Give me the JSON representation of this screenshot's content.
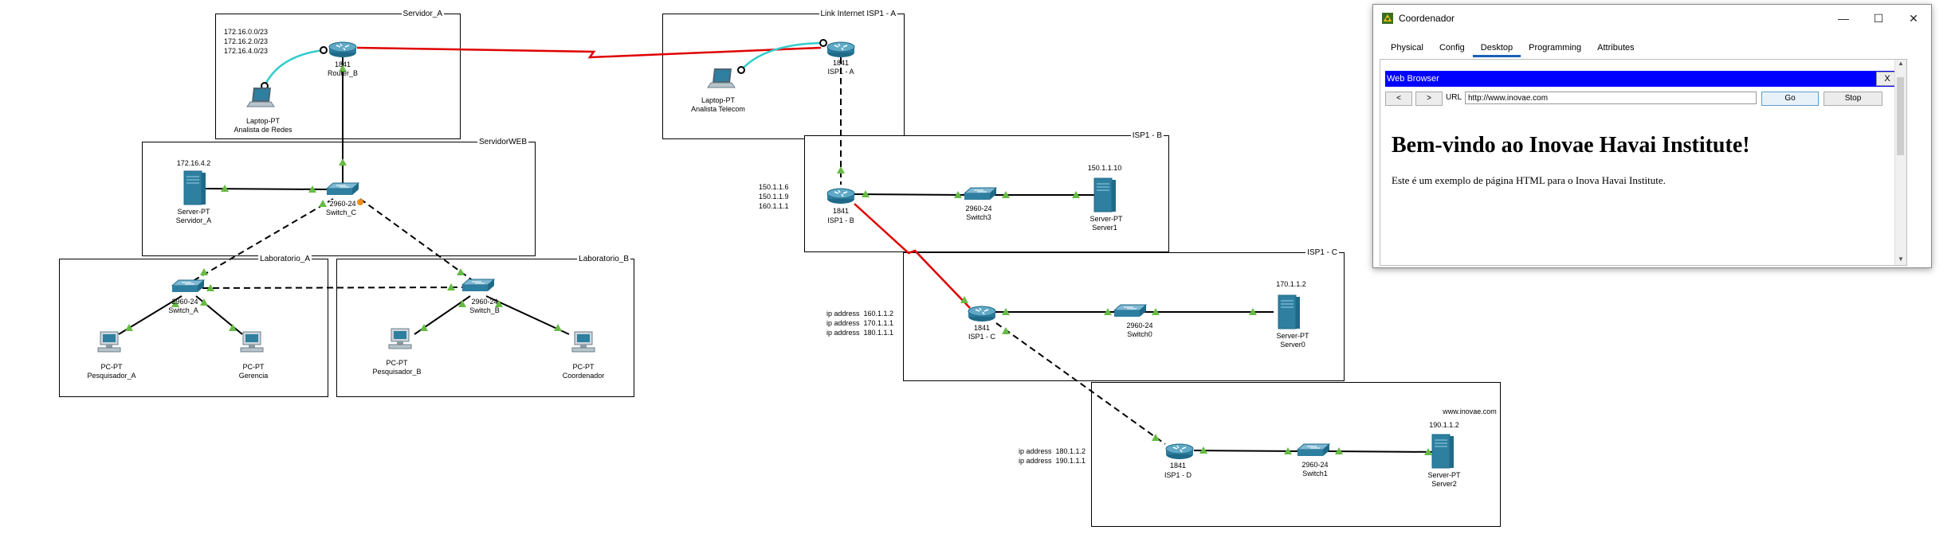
{
  "areas": {
    "servidor_a": "Servidor_A",
    "link_isp1a": "Link Internet ISP1 - A",
    "servidor_web": "ServidorWEB",
    "isp1b": "ISP1 - B",
    "laboratorio_a": "Laboratorio_A",
    "laboratorio_b": "Laboratorio_B",
    "isp1c": "ISP1 - C"
  },
  "notes": {
    "router_b_networks": "172.16.0.0/23\n172.16.2.0/23\n172.16.4.0/23",
    "isp1b_ips": "150.1.1.6\n150.1.1.9\n160.1.1.1",
    "isp1c_ips": "ip address  160.1.1.2\nip address  170.1.1.1\nip address  180.1.1.1",
    "isp1d_ips": "ip address  180.1.1.2\nip address  190.1.1.1"
  },
  "devices": {
    "router_b": {
      "model": "1841",
      "name": "Router_B"
    },
    "laptop_redes": {
      "model": "Laptop-PT",
      "name": "Analista de Redes"
    },
    "isp1a": {
      "model": "1841",
      "name": "ISP1 - A"
    },
    "laptop_telecom": {
      "model": "Laptop-PT",
      "name": "Analista Telecom"
    },
    "servidor_a": {
      "model": "Server-PT",
      "name": "Servidor_A",
      "ip": "172.16.4.2"
    },
    "switch_c": {
      "model": "2960-24",
      "name": "Switch_C"
    },
    "switch_a": {
      "model": "2960-24",
      "name": "Switch_A"
    },
    "switch_b": {
      "model": "2960-24",
      "name": "Switch_B"
    },
    "pesq_a": {
      "model": "PC-PT",
      "name": "Pesquisador_A"
    },
    "gerencia": {
      "model": "PC-PT",
      "name": "Gerencia"
    },
    "pesq_b": {
      "model": "PC-PT",
      "name": "Pesquisador_B"
    },
    "coordenador": {
      "model": "PC-PT",
      "name": "Coordenador"
    },
    "isp1b": {
      "model": "1841",
      "name": "ISP1 - B"
    },
    "switch3": {
      "model": "2960-24",
      "name": "Switch3"
    },
    "server1": {
      "model": "Server-PT",
      "name": "Server1",
      "ip": "150.1.1.10"
    },
    "isp1c": {
      "model": "1841",
      "name": "ISP1 - C"
    },
    "switch0": {
      "model": "2960-24",
      "name": "Switch0"
    },
    "server0": {
      "model": "Server-PT",
      "name": "Server0",
      "ip": "170.1.1.2"
    },
    "isp1d": {
      "model": "1841",
      "name": "ISP1 - D"
    },
    "switch1": {
      "model": "2960-24",
      "name": "Switch1"
    },
    "server2": {
      "model": "Server-PT",
      "name": "Server2",
      "ip": "190.1.1.2",
      "domain": "www.inovae.com"
    }
  },
  "colors": {
    "serial": "#e00000",
    "console": "#33cccc",
    "ethernet": "#000000",
    "port_up": "#66bb44",
    "port_pending": "#f08c1a",
    "device": "#2e7fa0"
  },
  "window": {
    "title": "Coordenador",
    "tabs": [
      "Physical",
      "Config",
      "Desktop",
      "Programming",
      "Attributes"
    ],
    "active_tab": "Desktop",
    "browser": {
      "title": "Web Browser",
      "close": "X",
      "back": "<",
      "forward": ">",
      "url_label": "URL",
      "url": "http://www.inovae.com",
      "go": "Go",
      "stop": "Stop",
      "heading": "Bem-vindo ao Inovae Havai Institute!",
      "paragraph": "Este é um exemplo de página HTML para o Inova Havai Institute."
    }
  }
}
